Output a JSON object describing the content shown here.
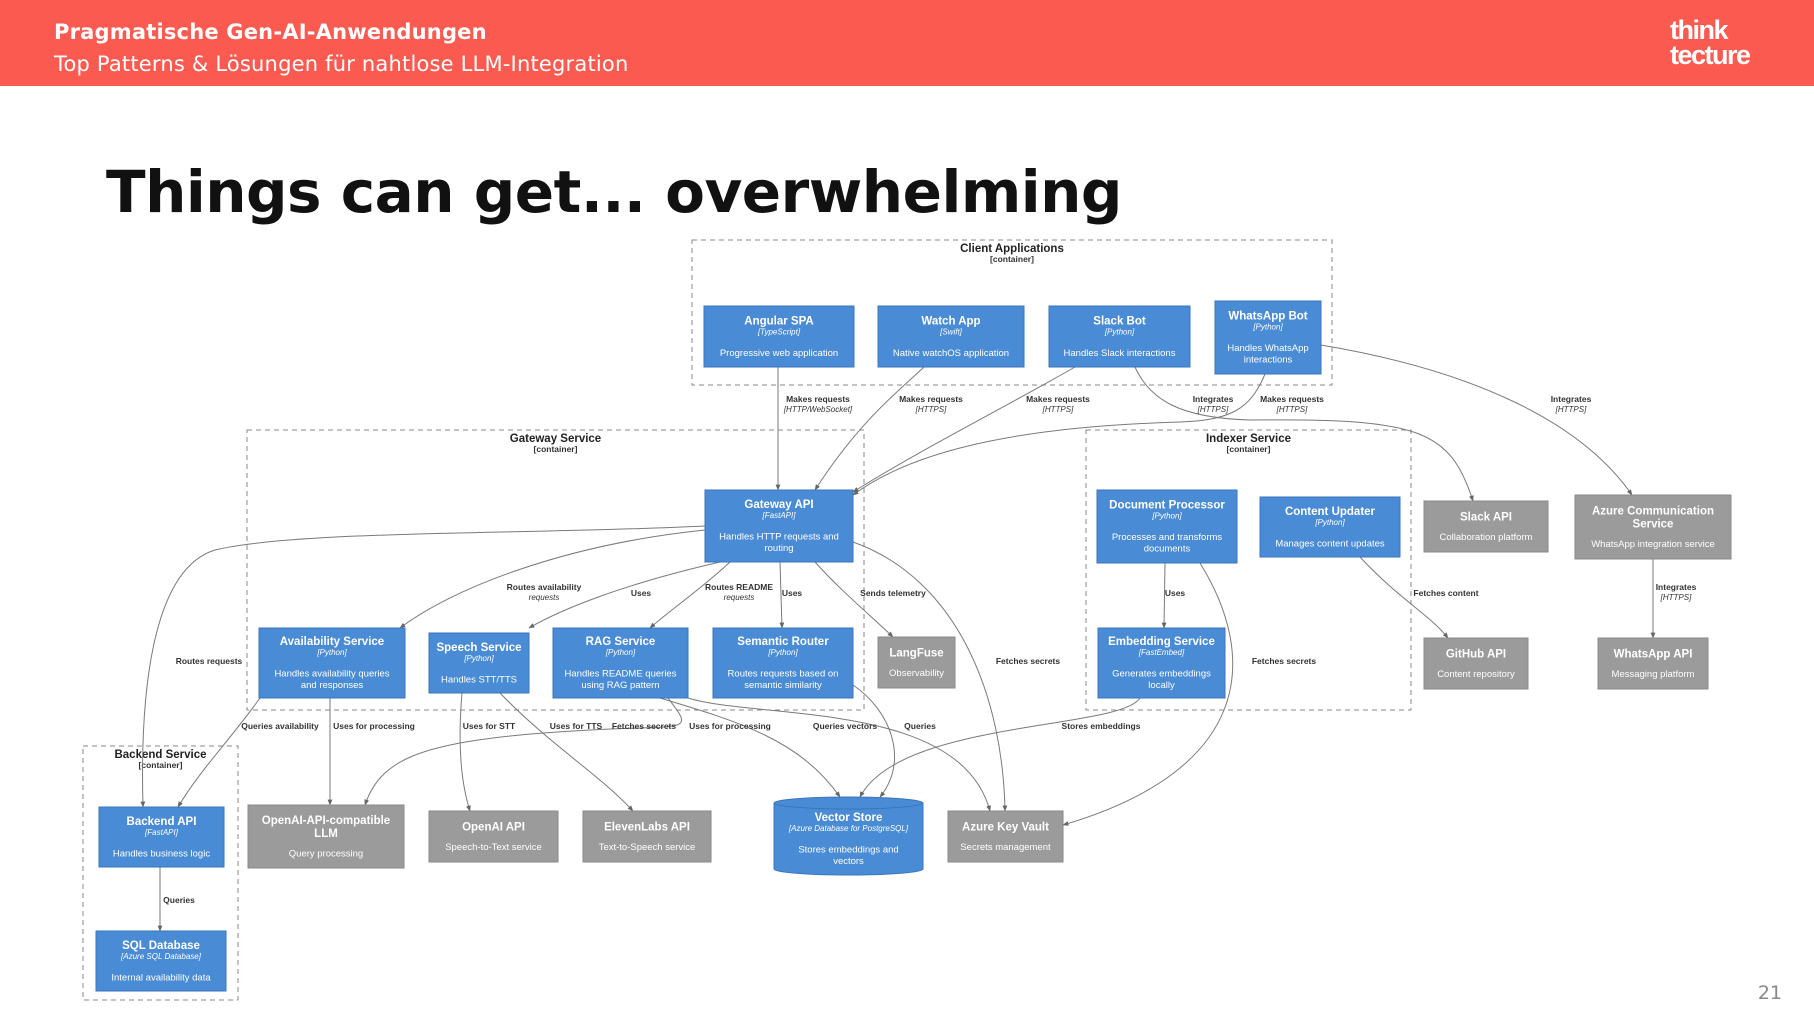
{
  "header": {
    "title": "Pragmatische Gen-AI-Anwendungen",
    "subtitle": "Top Patterns & Lösungen für nahtlose LLM-Integration",
    "logo_line1": "think",
    "logo_line2": "tecture"
  },
  "slide": {
    "title": "Things can get... overwhelming",
    "page_number": "21"
  },
  "colors": {
    "header_bg": "#fa5a50",
    "container_box": "#4a8bd6",
    "external_box": "#9b9b9b",
    "text_dark": "#111111"
  },
  "boundaries": [
    {
      "id": "client",
      "name": "Client Applications",
      "type": "[container]"
    },
    {
      "id": "gateway",
      "name": "Gateway Service",
      "type": "[container]"
    },
    {
      "id": "indexer",
      "name": "Indexer Service",
      "type": "[container]"
    },
    {
      "id": "backend",
      "name": "Backend Service",
      "type": "[container]"
    }
  ],
  "nodes": [
    {
      "id": "angular",
      "name": "Angular SPA",
      "tech": "[TypeScript]",
      "desc": "Progressive web application",
      "kind": "container",
      "shape": "box"
    },
    {
      "id": "watch",
      "name": "Watch App",
      "tech": "[Swift]",
      "desc": "Native watchOS application",
      "kind": "container",
      "shape": "box"
    },
    {
      "id": "slackbot",
      "name": "Slack Bot",
      "tech": "[Python]",
      "desc": "Handles Slack interactions",
      "kind": "container",
      "shape": "box"
    },
    {
      "id": "whatsappbot",
      "name": "WhatsApp Bot",
      "tech": "[Python]",
      "desc": "Handles WhatsApp\ninteractions",
      "kind": "container",
      "shape": "box"
    },
    {
      "id": "gateway_api",
      "name": "Gateway API",
      "tech": "[FastAPI]",
      "desc": "Handles HTTP requests and\nrouting",
      "kind": "container",
      "shape": "box"
    },
    {
      "id": "availability",
      "name": "Availability Service",
      "tech": "[Python]",
      "desc": "Handles availability queries\nand responses",
      "kind": "container",
      "shape": "box"
    },
    {
      "id": "speech",
      "name": "Speech Service",
      "tech": "[Python]",
      "desc": "Handles STT/TTS",
      "kind": "container",
      "shape": "box"
    },
    {
      "id": "rag",
      "name": "RAG Service",
      "tech": "[Python]",
      "desc": "Handles README queries\nusing RAG pattern",
      "kind": "container",
      "shape": "box"
    },
    {
      "id": "semantic",
      "name": "Semantic Router",
      "tech": "[Python]",
      "desc": "Routes requests based on\nsemantic similarity",
      "kind": "container",
      "shape": "box"
    },
    {
      "id": "langfuse",
      "name": "LangFuse",
      "tech": "",
      "desc": "Observability",
      "kind": "external",
      "shape": "box"
    },
    {
      "id": "docproc",
      "name": "Document Processor",
      "tech": "[Python]",
      "desc": "Processes and transforms\ndocuments",
      "kind": "container",
      "shape": "box"
    },
    {
      "id": "contentupd",
      "name": "Content Updater",
      "tech": "[Python]",
      "desc": "Manages content updates",
      "kind": "container",
      "shape": "box"
    },
    {
      "id": "embedding",
      "name": "Embedding Service",
      "tech": "[FastEmbed]",
      "desc": "Generates embeddings\nlocally",
      "kind": "container",
      "shape": "box"
    },
    {
      "id": "slackapi",
      "name": "Slack API",
      "tech": "",
      "desc": "Collaboration platform",
      "kind": "external",
      "shape": "box"
    },
    {
      "id": "azurecomm",
      "name": "Azure Communication\nService",
      "tech": "",
      "desc": "WhatsApp integration service",
      "kind": "external",
      "shape": "box"
    },
    {
      "id": "githubapi",
      "name": "GitHub API",
      "tech": "",
      "desc": "Content repository",
      "kind": "external",
      "shape": "box"
    },
    {
      "id": "whatsappapi",
      "name": "WhatsApp API",
      "tech": "",
      "desc": "Messaging platform",
      "kind": "external",
      "shape": "box"
    },
    {
      "id": "backend_api",
      "name": "Backend API",
      "tech": "[FastAPI]",
      "desc": "Handles business logic",
      "kind": "container",
      "shape": "box"
    },
    {
      "id": "sqldb",
      "name": "SQL Database",
      "tech": "[Azure SQL Database]",
      "desc": "Internal availability data",
      "kind": "container",
      "shape": "box"
    },
    {
      "id": "openai_llm",
      "name": "OpenAI-API-compatible\nLLM",
      "tech": "",
      "desc": "Query processing",
      "kind": "external",
      "shape": "box"
    },
    {
      "id": "openai_api",
      "name": "OpenAI API",
      "tech": "",
      "desc": "Speech-to-Text service",
      "kind": "external",
      "shape": "box"
    },
    {
      "id": "elevenlabs",
      "name": "ElevenLabs API",
      "tech": "",
      "desc": "Text-to-Speech service",
      "kind": "external",
      "shape": "box"
    },
    {
      "id": "vectorstore",
      "name": "Vector Store",
      "tech": "[Azure Database for PostgreSQL]",
      "desc": "Stores embeddings and\nvectors",
      "kind": "container",
      "shape": "cylinder"
    },
    {
      "id": "keyvault",
      "name": "Azure Key Vault",
      "tech": "",
      "desc": "Secrets management",
      "kind": "external",
      "shape": "box"
    }
  ],
  "edge_labels": [
    {
      "id": "l_angular",
      "lines": [
        "Makes requests",
        "[HTTP/WebSocket]"
      ]
    },
    {
      "id": "l_watch",
      "lines": [
        "Makes requests",
        "[HTTPS]"
      ]
    },
    {
      "id": "l_slack",
      "lines": [
        "Makes requests",
        "[HTTPS]"
      ]
    },
    {
      "id": "l_slackint",
      "lines": [
        "Integrates",
        "[HTTPS]"
      ]
    },
    {
      "id": "l_wa",
      "lines": [
        "Makes requests",
        "[HTTPS]"
      ]
    },
    {
      "id": "l_waint",
      "lines": [
        "Integrates",
        "[HTTPS]"
      ]
    },
    {
      "id": "l_routeavail",
      "lines": [
        "Routes availability",
        "requests"
      ]
    },
    {
      "id": "l_uses1",
      "lines": [
        "Uses"
      ]
    },
    {
      "id": "l_routereadme",
      "lines": [
        "Routes README",
        "requests"
      ]
    },
    {
      "id": "l_uses2",
      "lines": [
        "Uses"
      ]
    },
    {
      "id": "l_telemetry",
      "lines": [
        "Sends telemetry"
      ]
    },
    {
      "id": "l_routes",
      "lines": [
        "Routes requests"
      ]
    },
    {
      "id": "l_fetchgw",
      "lines": [
        "Fetches secrets"
      ]
    },
    {
      "id": "l_uses3",
      "lines": [
        "Uses"
      ]
    },
    {
      "id": "l_fetchcontent",
      "lines": [
        "Fetches content"
      ]
    },
    {
      "id": "l_fetchidx",
      "lines": [
        "Fetches secrets"
      ]
    },
    {
      "id": "l_azint",
      "lines": [
        "Integrates",
        "[HTTPS]"
      ]
    },
    {
      "id": "l_queriesavail",
      "lines": [
        "Queries availability"
      ]
    },
    {
      "id": "l_usesproc1",
      "lines": [
        "Uses for processing"
      ]
    },
    {
      "id": "l_usesstt",
      "lines": [
        "Uses for STT"
      ]
    },
    {
      "id": "l_usestts",
      "lines": [
        "Uses for TTS"
      ]
    },
    {
      "id": "l_fetchrag",
      "lines": [
        "Fetches secrets"
      ]
    },
    {
      "id": "l_usesproc2",
      "lines": [
        "Uses for processing"
      ]
    },
    {
      "id": "l_queriesvec",
      "lines": [
        "Queries vectors"
      ]
    },
    {
      "id": "l_queries1",
      "lines": [
        "Queries"
      ]
    },
    {
      "id": "l_storesemb",
      "lines": [
        "Stores embeddings"
      ]
    },
    {
      "id": "l_queries2",
      "lines": [
        "Queries"
      ]
    }
  ]
}
